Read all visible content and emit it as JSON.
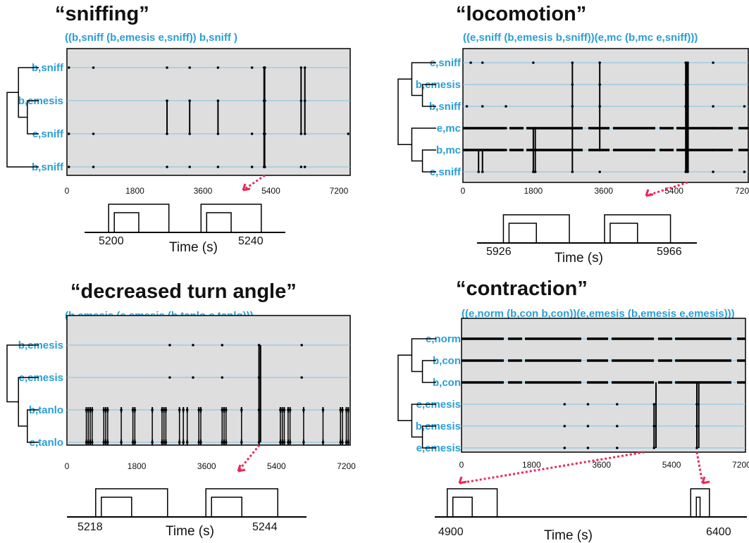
{
  "colors": {
    "label": "#2a9fd6",
    "plot_bg": "#dedede",
    "track_line": "#7ec3e6",
    "event": "#000000",
    "arrow": "#e8285a",
    "text": "#111111"
  },
  "chart_data": [
    {
      "type": "scatter",
      "title": "“sniffing”",
      "subtitle": "((b,sniff (b,emesis e,sniff)) b,sniff )",
      "rows": [
        "b,sniff",
        "b,emesis",
        "e,sniff",
        "b,sniff"
      ],
      "xticks": [
        0,
        1800,
        3600,
        5400,
        7200
      ],
      "xlim": [
        0,
        7500
      ],
      "dendrogram": [
        [
          1,
          2,
          0.18
        ],
        [
          0,
          "m1",
          0.32
        ],
        [
          "m2",
          3,
          0.5
        ]
      ],
      "events": [
        {
          "row": 0,
          "t": [
            50,
            700,
            2650,
            3250,
            4000,
            4900,
            5220,
            5230,
            5240,
            6200,
            6300
          ]
        },
        {
          "row": 1,
          "t": [
            2650,
            3250,
            4000,
            5220,
            5230,
            5240,
            6200,
            6300
          ]
        },
        {
          "row": 2,
          "t": [
            50,
            700,
            2650,
            3250,
            4000,
            4900,
            5220,
            5230,
            5240,
            6200,
            6300,
            7450
          ]
        },
        {
          "row": 3,
          "t": [
            50,
            700,
            2650,
            3250,
            4000,
            4900,
            5220,
            5230,
            5240,
            6200,
            6300
          ]
        }
      ],
      "vlines": [
        {
          "t": 2650,
          "rows": [
            1,
            2
          ]
        },
        {
          "t": 3250,
          "rows": [
            1,
            2
          ]
        },
        {
          "t": 4000,
          "rows": [
            1,
            2
          ]
        },
        {
          "t": 5220,
          "rows": [
            0,
            3
          ]
        },
        {
          "t": 5235,
          "rows": [
            0,
            3
          ]
        },
        {
          "t": 6200,
          "rows": [
            0,
            2
          ]
        },
        {
          "t": 6300,
          "rows": [
            0,
            2
          ]
        }
      ],
      "arrow_from_t": 5240,
      "zoom": {
        "tick_labels": [
          "5200",
          "5240"
        ],
        "xlabel": "Time (s)"
      }
    },
    {
      "type": "scatter",
      "title": "“locomotion”",
      "subtitle": "((e,sniff (b,emesis b,sniff))(e,mc (b,mc e,sniff)))",
      "rows": [
        "e,sniff",
        "b,emesis",
        "b,sniff",
        "e,mc",
        "b,mc",
        "e,sniff"
      ],
      "xticks": [
        0,
        1800,
        3600,
        5400,
        7200
      ],
      "xlim": [
        0,
        7300
      ],
      "dendrogram": [
        [
          1,
          2,
          0.18
        ],
        [
          0,
          "m1",
          0.32
        ],
        [
          4,
          5,
          0.18
        ],
        [
          3,
          "m3",
          0.32
        ],
        [
          "m2",
          "m4",
          0.5
        ]
      ],
      "events": [
        {
          "row": 0,
          "t": [
            200,
            500,
            1800,
            2800,
            3500,
            5700,
            5750,
            6400
          ]
        },
        {
          "row": 1,
          "t": [
            2800,
            3500,
            5700,
            5750
          ]
        },
        {
          "row": 2,
          "t": [
            100,
            500,
            1100,
            2800,
            3500,
            5700,
            5750,
            6400,
            7200
          ]
        },
        {
          "row": 3,
          "t": [
            100,
            1100,
            1850,
            2800,
            3500,
            5700,
            5750,
            6400,
            7250
          ]
        },
        {
          "row": 4,
          "t": [
            100,
            1100,
            1850,
            2800,
            3500,
            5700,
            5750,
            6400,
            7250
          ]
        },
        {
          "row": 5,
          "t": [
            400,
            500,
            1800,
            1850,
            2800,
            3500,
            5700,
            5750,
            6400,
            7200
          ]
        }
      ],
      "dense_rows": [
        3,
        4
      ],
      "vlines": [
        {
          "t": 2800,
          "rows": [
            0,
            5
          ]
        },
        {
          "t": 3500,
          "rows": [
            0,
            4
          ]
        },
        {
          "t": 5700,
          "rows": [
            0,
            5
          ]
        },
        {
          "t": 5730,
          "rows": [
            0,
            5
          ]
        },
        {
          "t": 5760,
          "rows": [
            0,
            5
          ]
        },
        {
          "t": 1800,
          "rows": [
            3,
            5
          ]
        },
        {
          "t": 1850,
          "rows": [
            3,
            5
          ]
        },
        {
          "t": 400,
          "rows": [
            4,
            5
          ]
        },
        {
          "t": 500,
          "rows": [
            4,
            5
          ]
        }
      ],
      "arrow_from_t": 5750,
      "zoom": {
        "tick_labels": [
          "5926",
          "5966"
        ],
        "xlabel": "Time (s)"
      }
    },
    {
      "type": "scatter",
      "title": "“decreased turn angle”",
      "subtitle": "(b,emesis (e,emesis (b,tanlo e,tanlo)))",
      "rows": [
        "b,emesis",
        "e,emesis",
        "b,tanlo",
        "e,tanlo"
      ],
      "xticks": [
        0,
        1800,
        3600,
        5400,
        7200
      ],
      "xlim": [
        0,
        7300
      ],
      "dendrogram": [
        [
          2,
          3,
          0.18
        ],
        [
          1,
          "m1",
          0.32
        ],
        [
          0,
          "m2",
          0.5
        ]
      ],
      "events": [
        {
          "row": 0,
          "t": [
            2650,
            3250,
            4000,
            4950,
            6050
          ]
        },
        {
          "row": 1,
          "t": [
            2650,
            3250,
            4000,
            4950,
            6050
          ]
        },
        {
          "row": 2,
          "t": [
            500,
            550,
            600,
            650,
            950,
            1000,
            1050,
            1400,
            1700,
            1750,
            2200,
            2450,
            2500,
            2550,
            2900,
            3000,
            3100,
            3400,
            3450,
            4000,
            4050,
            4100,
            4500,
            4950,
            5500,
            5550,
            5600,
            5700,
            5750,
            6100,
            6600,
            7050,
            7100,
            7200,
            7250
          ]
        },
        {
          "row": 3,
          "t": [
            500,
            550,
            600,
            650,
            950,
            1000,
            1050,
            1400,
            1700,
            1750,
            2200,
            2450,
            2500,
            2550,
            2900,
            3000,
            3100,
            3400,
            3450,
            4000,
            4050,
            4100,
            4500,
            4950,
            5500,
            5550,
            5600,
            5700,
            5750,
            6100,
            6600,
            7050,
            7100,
            7200,
            7250
          ]
        }
      ],
      "vlines": [
        {
          "t": 4950,
          "rows": [
            0,
            3
          ]
        },
        {
          "t": 4990,
          "rows": [
            0,
            3
          ]
        }
      ],
      "barcode_rows": [
        2,
        3
      ],
      "arrow_from_t": 4960,
      "zoom": {
        "tick_labels": [
          "5218",
          "5244"
        ],
        "xlabel": "Time (s)"
      }
    },
    {
      "type": "scatter",
      "title": "“contraction”",
      "subtitle": "((e,norm (b,con b,con))(e,emesis (b,emesis e,emesis)))",
      "rows": [
        "e,norm",
        "b,con",
        "b,con",
        "e,emesis",
        "b,emesis",
        "e,emesis"
      ],
      "xticks": [
        0,
        1800,
        3600,
        5400,
        7200
      ],
      "xlim": [
        0,
        7300
      ],
      "dendrogram": [
        [
          1,
          2,
          0.18
        ],
        [
          0,
          "m1",
          0.32
        ],
        [
          4,
          5,
          0.18
        ],
        [
          3,
          "m3",
          0.32
        ],
        [
          "m2",
          "m4",
          0.5
        ]
      ],
      "events": [
        {
          "row": 3,
          "t": [
            2650,
            3250,
            4000,
            4950,
            6050
          ]
        },
        {
          "row": 4,
          "t": [
            2650,
            3250,
            4000,
            4950,
            6050
          ]
        },
        {
          "row": 5,
          "t": [
            2650,
            3250,
            4000,
            4950,
            6050
          ]
        }
      ],
      "dense_rows": [
        0,
        1,
        2
      ],
      "vlines": [
        {
          "t": 4950,
          "rows": [
            3,
            5
          ]
        },
        {
          "t": 5000,
          "rows": [
            2,
            5
          ]
        },
        {
          "t": 6050,
          "rows": [
            2,
            5
          ]
        },
        {
          "t": 6100,
          "rows": [
            2,
            5
          ]
        }
      ],
      "arrow_targets": [
        {
          "from_t": 4700,
          "to_zoom": "left"
        },
        {
          "from_t": 6050,
          "to_zoom": "right"
        }
      ],
      "zoom": {
        "tick_labels": [
          "4900",
          "6400"
        ],
        "xlabel": "Time (s)"
      }
    }
  ]
}
